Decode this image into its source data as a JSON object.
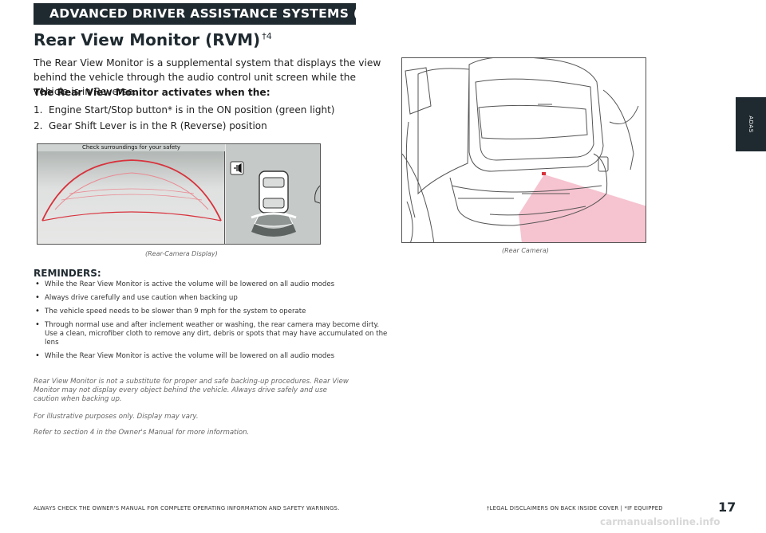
{
  "header": {
    "section_label": "ADVANCED DRIVER ASSISTANCE SYSTEMS (ADAS)"
  },
  "side_tab": {
    "label": "ADAS"
  },
  "title": {
    "text": "Rear View Monitor (RVM)",
    "superscript": "†4"
  },
  "intro": "The Rear View Monitor is a supplemental system that displays the view behind the vehicle through the audio control unit screen while the vehicle is in Reverse.",
  "activation": {
    "heading": "The Rear View Monitor activates when the:",
    "steps": [
      {
        "number": "1.",
        "text": "Engine Start/Stop button* is in the ON position (green light)"
      },
      {
        "number": "2.",
        "text": "Gear Shift Lever is in the R (Reverse) position"
      }
    ]
  },
  "camera_display": {
    "banner": "Check surroundings for your safety",
    "caption": "(Rear-Camera Display)",
    "guide_line_color": "#d8323c",
    "icons": [
      "camera-view-icon",
      "vehicle-topview-icon"
    ]
  },
  "rear_camera": {
    "caption": "(Rear Camera)",
    "view_zone_color": "#f4b8c8"
  },
  "reminders": {
    "heading": "REMINDERS:",
    "items": [
      "While the Rear View Monitor is active the volume will be lowered on all audio modes",
      "Always drive carefully and use caution when backing up",
      "The vehicle speed needs to be slower than 9 mph for the system to operate",
      "Through normal use and after inclement weather or washing, the rear camera may become dirty. Use a clean, microfiber cloth to remove any dirt, debris or spots that may have accumulated on the lens",
      "While the Rear View Monitor is active the volume will be lowered on all audio modes"
    ]
  },
  "disclaimer": "Rear View Monitor is not a substitute for proper and safe backing-up procedures. Rear View Monitor may not display every object behind the vehicle. Always drive safely and use caution when backing up.",
  "illustrative_note": "For illustrative purposes only. Display may vary.",
  "refer_note": "Refer to section 4 in the Owner's Manual for more information.",
  "footer": {
    "left": "ALWAYS CHECK THE OWNER'S MANUAL FOR COMPLETE OPERATING INFORMATION AND SAFETY WARNINGS.",
    "right": "†LEGAL DISCLAIMERS ON BACK INSIDE COVER  |  *IF EQUIPPED",
    "page_number": "17"
  },
  "watermark": "carmanualsonline.info",
  "colors": {
    "header_bg": "#1f2a30",
    "accent_red": "#d8323c",
    "view_zone_pink": "#f4b8c8"
  }
}
